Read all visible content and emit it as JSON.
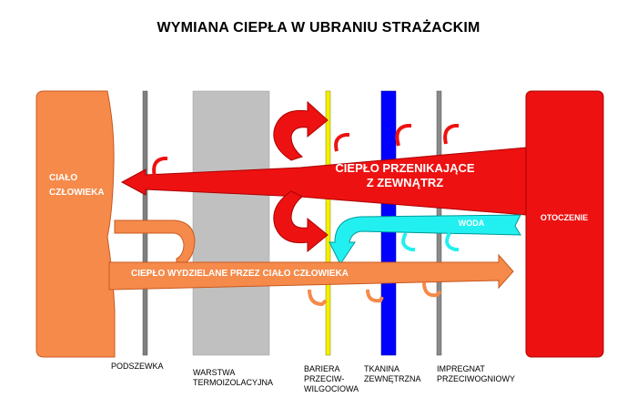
{
  "title": "WYMIANA CIEPŁA W UBRANIU STRAŻACKIM",
  "body_label": [
    "CIAŁO",
    "CZŁOWIEKA"
  ],
  "environment_label": "OTOCZENIE",
  "heat_in_label": [
    "CIEPŁO PRZENIKAJĄCE",
    "Z ZEWNĄTRZ"
  ],
  "water_label": "WODA",
  "body_heat_label": "CIEPŁO WYDZIELANE PRZEZ CIAŁO CZŁOWIEKA",
  "layers": [
    {
      "lines": [
        "PODSZEWKA"
      ]
    },
    {
      "lines": [
        "WARSTWA",
        "TERMOIZOLACYJNA"
      ]
    },
    {
      "lines": [
        "BARIERA",
        "PRZECIW-",
        "WILGOCIOWA"
      ]
    },
    {
      "lines": [
        "TKANINA",
        "ZEWNĘTRZNA"
      ]
    },
    {
      "lines": [
        "IMPREGNAT",
        "PRZECIWOGNIOWY"
      ]
    }
  ],
  "colors": {
    "body": "#F58A4A",
    "environment": "#EE1111",
    "heat_in_arrow": "#EE1111",
    "water_arrow": "#22F0F0",
    "body_heat_arrow": "#F58A4A",
    "lining": "#7F7F7F",
    "thermal_layer": "#C0C0C0",
    "moisture_barrier": "#F2EE00",
    "outer_fabric": "#0000FF",
    "fire_impregnate": "#8A8A8A"
  }
}
